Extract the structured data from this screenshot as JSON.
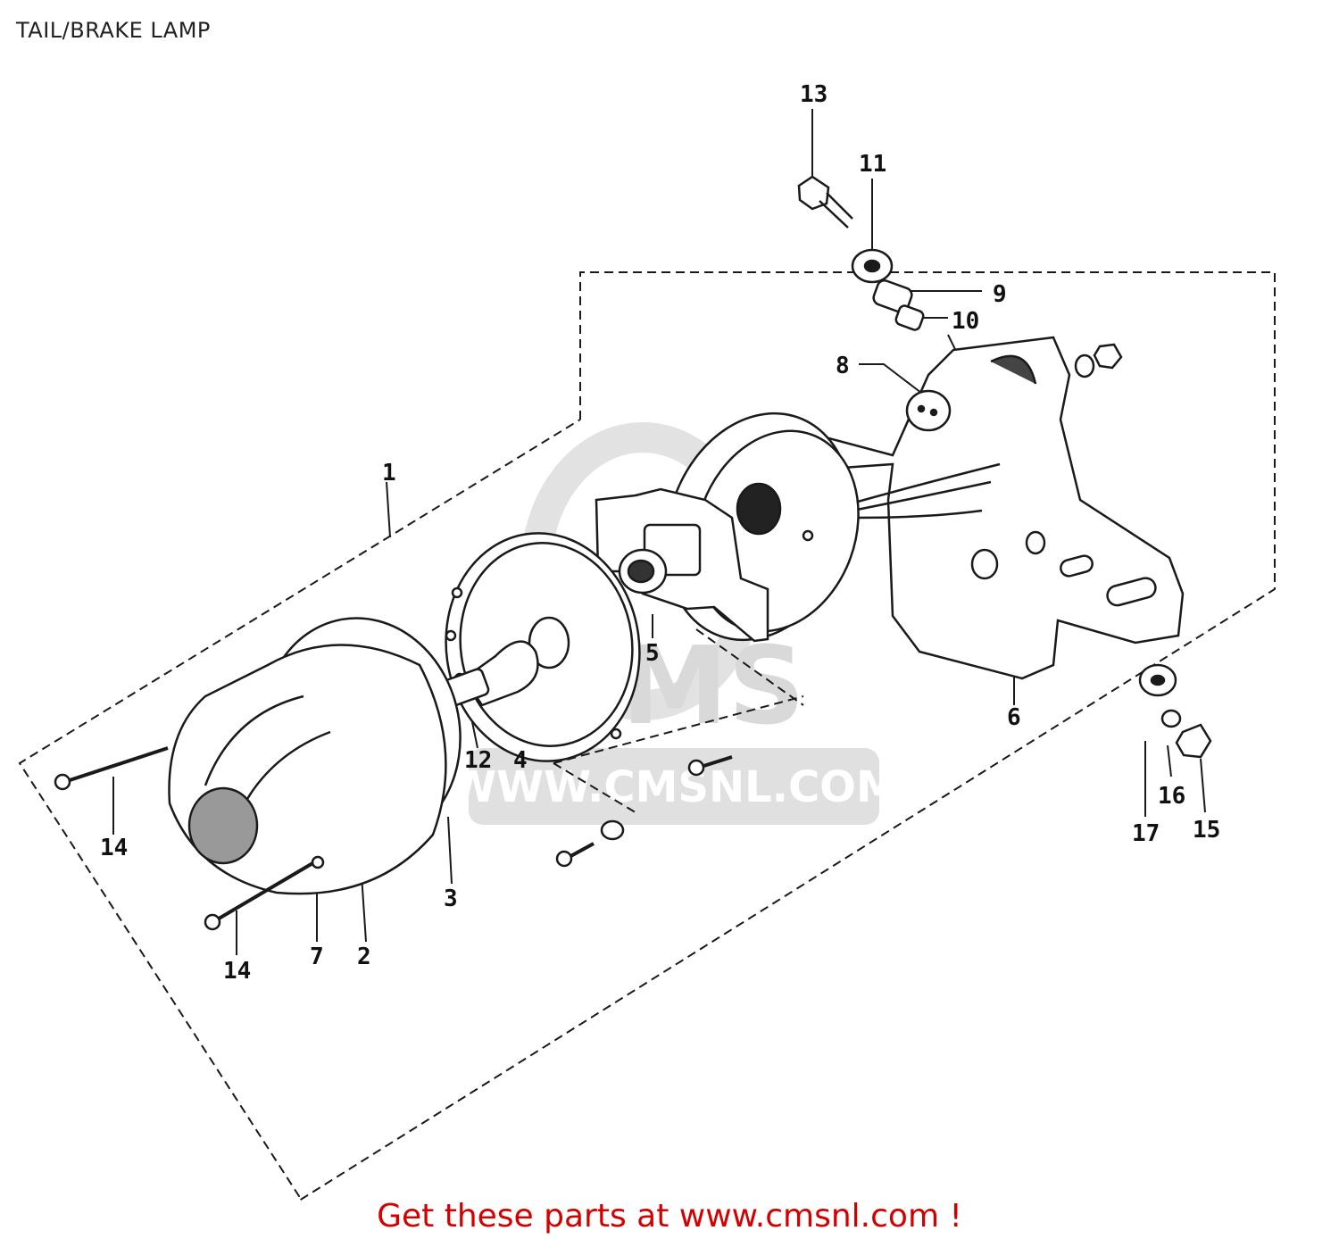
{
  "diagram": {
    "title": "TAIL/BRAKE LAMP",
    "callouts": [
      "1",
      "2",
      "3",
      "4",
      "5",
      "6",
      "7",
      "8",
      "9",
      "10",
      "11",
      "12",
      "13",
      "14",
      "14",
      "15",
      "16",
      "17"
    ]
  },
  "watermark": {
    "logo_text": "CMS",
    "url_text": "WWW.CMSNL.COM"
  },
  "footer": {
    "link_text": "Get these parts at www.cmsnl.com !",
    "color": "#d40000"
  },
  "colors": {
    "line": "#1a1a1a",
    "watermark": "#d8d8d8"
  }
}
